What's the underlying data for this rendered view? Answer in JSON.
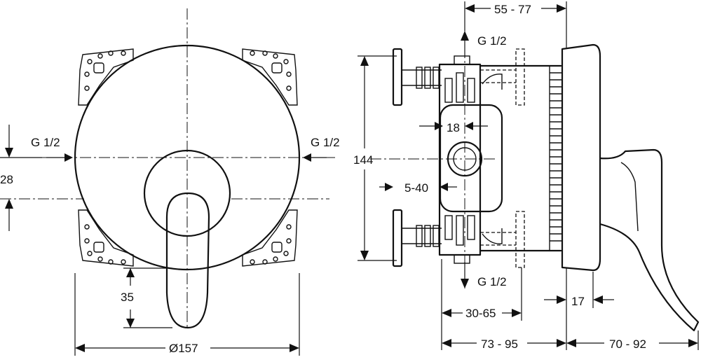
{
  "labels": {
    "g_left": "G 1/2",
    "g_right": "G 1/2",
    "g_top": "G 1/2",
    "g_bottom": "G 1/2",
    "dim_28": "28",
    "dim_35": "35",
    "dim_diameter": "Ø157",
    "dim_144": "144",
    "dim_18": "18",
    "dim_5_40": "5-40",
    "dim_55_77": "55 - 77",
    "dim_17": "17",
    "dim_30_65": "30-65",
    "dim_73_95": "73 - 95",
    "dim_70_92": "70 - 92"
  }
}
